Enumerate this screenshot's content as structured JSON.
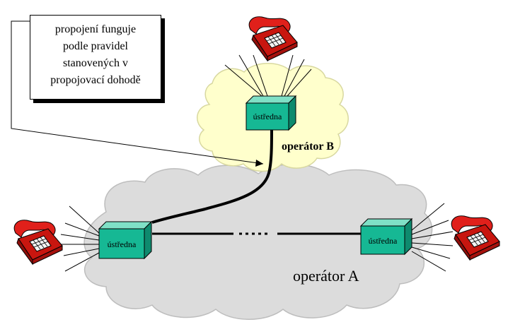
{
  "callout": {
    "lines": [
      "propojení funguje",
      "podle pravidel",
      "stanovených v",
      "propojovací dohodě"
    ]
  },
  "exchanges": {
    "b": "ústředna",
    "a_left": "ústředna",
    "a_right": "ústředna"
  },
  "networks": {
    "operator_b": "operátor B",
    "operator_a": "operátor A"
  },
  "icons": [
    "telephone-icon",
    "telephone-icon",
    "telephone-icon"
  ],
  "colors": {
    "exchange_fill": "#16b894",
    "exchange_top": "#7fe0c6",
    "exchange_side": "#0e8a6e",
    "cloud_b": "#ffffcc",
    "cloud_a": "#dcdcdc",
    "phone_red": "#e0201b"
  }
}
